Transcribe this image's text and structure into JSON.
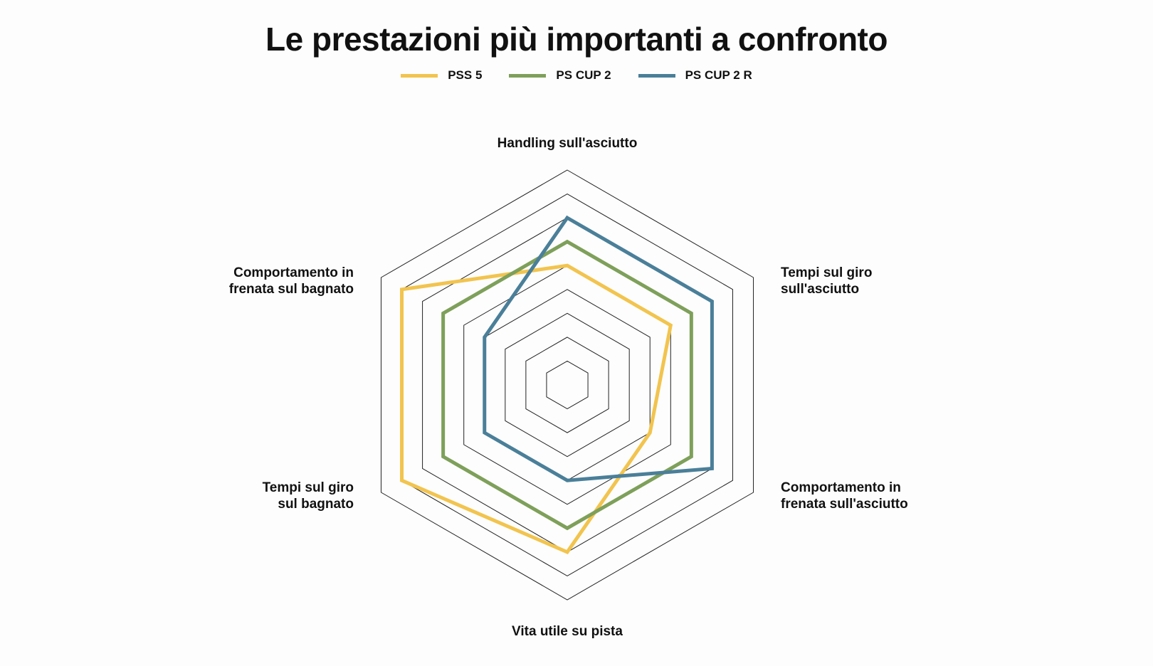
{
  "chart_data": {
    "type": "radar",
    "title": "Le prestazioni più importanti a confronto",
    "axes": [
      [
        "Handling sull'asciutto"
      ],
      [
        "Tempi sul giro",
        "sull'asciutto"
      ],
      [
        "Comportamento in",
        "frenata sull'asciutto"
      ],
      [
        "Vita utile su pista"
      ],
      [
        "Tempi sul giro",
        "sul bagnato"
      ],
      [
        "Comportamento in",
        "frenata sul bagnato"
      ]
    ],
    "rings": 9,
    "max": 9,
    "series": [
      {
        "name": "PSS 5",
        "color": "#f2c44e",
        "values": [
          5,
          5,
          4,
          7,
          8,
          8
        ]
      },
      {
        "name": "PS CUP 2",
        "color": "#7ea05a",
        "values": [
          6,
          6,
          6,
          6,
          6,
          6
        ]
      },
      {
        "name": "PS CUP 2 R",
        "color": "#4a7f99",
        "values": [
          7,
          7,
          7,
          4,
          4,
          4
        ]
      }
    ],
    "grid": true,
    "legend_position": "top-center"
  }
}
